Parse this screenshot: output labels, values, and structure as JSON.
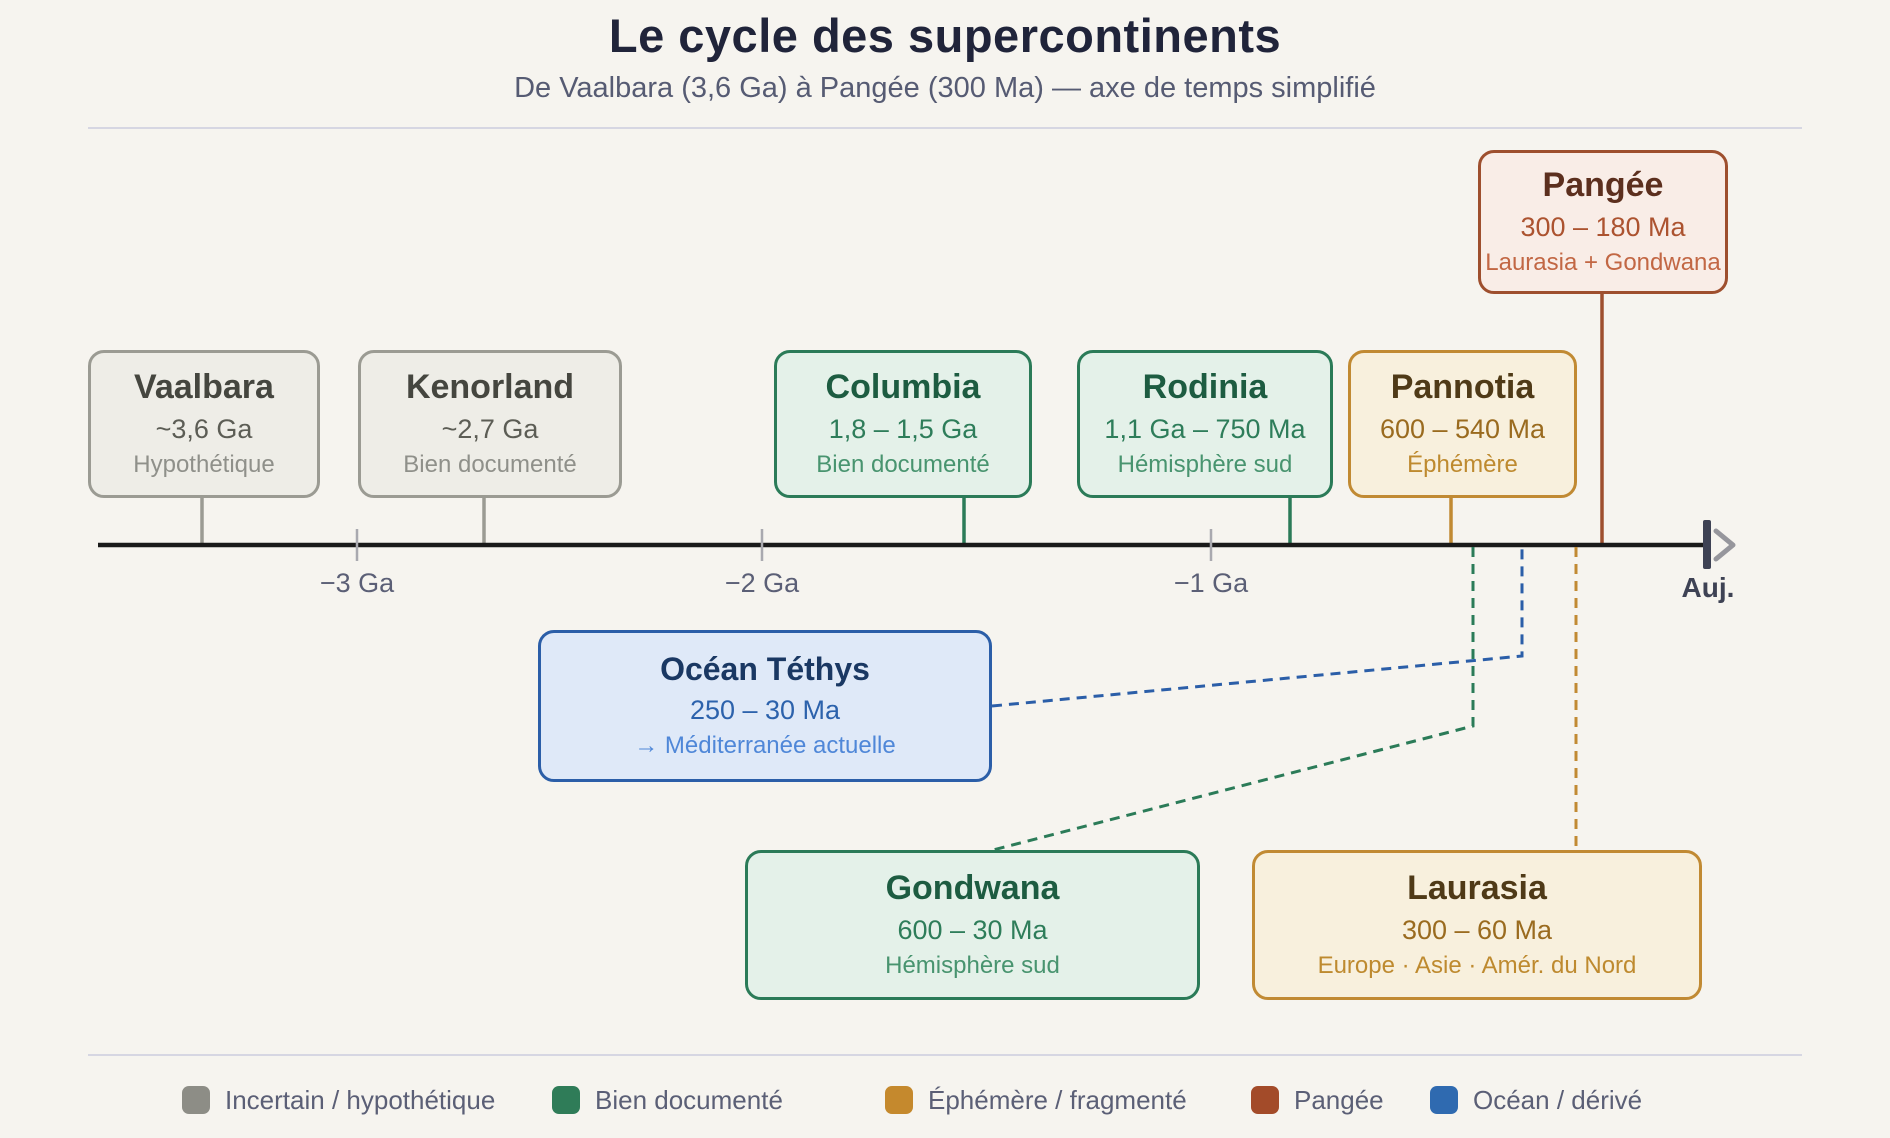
{
  "header": {
    "title": "Le cycle des supercontinents",
    "subtitle": "De Vaalbara (3,6 Ga) à Pangée (300 Ma) — axe de temps simplifié"
  },
  "boxes": {
    "pangee": {
      "title": "Pangée",
      "period": "300 – 180 Ma",
      "note": "Laurasia + Gondwana"
    },
    "vaalbara": {
      "title": "Vaalbara",
      "period": "~3,6 Ga",
      "note": "Hypothétique"
    },
    "kenorland": {
      "title": "Kenorland",
      "period": "~2,7 Ga",
      "note": "Bien documenté"
    },
    "columbia": {
      "title": "Columbia",
      "period": "1,8 – 1,5 Ga",
      "note": "Bien documenté"
    },
    "rodinia": {
      "title": "Rodinia",
      "period": "1,1 Ga – 750 Ma",
      "note": "Hémisphère sud"
    },
    "pannotia": {
      "title": "Pannotia",
      "period": "600 – 540 Ma",
      "note": "Éphémère"
    },
    "tethys": {
      "title": "Océan Téthys",
      "period": "250 – 30 Ma",
      "note": "→ Méditerranée actuelle"
    },
    "gondwana": {
      "title": "Gondwana",
      "period": "600 – 30 Ma",
      "note": "Hémisphère sud"
    },
    "laurasia": {
      "title": "Laurasia",
      "period": "300 – 60 Ma",
      "note": "Europe · Asie · Amér. du Nord"
    }
  },
  "axis": {
    "ticks": [
      "−3 Ga",
      "−2 Ga",
      "−1 Ga"
    ],
    "end_label": "Auj."
  },
  "legend": {
    "items": [
      {
        "label": "Incertain / hypothétique",
        "color": "#8d8d86"
      },
      {
        "label": "Bien documenté",
        "color": "#2f7c58"
      },
      {
        "label": "Éphémère / fragmenté",
        "color": "#c5892d"
      },
      {
        "label": "Pangée",
        "color": "#a34b29"
      },
      {
        "label": "Océan / dérivé",
        "color": "#2f6ab0"
      }
    ]
  },
  "colors": {
    "background": "#f6f4ef",
    "axis": "#1a1a1a",
    "gray": "#9b9b93",
    "green": "#2b7b58",
    "amber": "#c18a33",
    "brick": "#9e4f2e",
    "blue": "#2b5ea8"
  }
}
